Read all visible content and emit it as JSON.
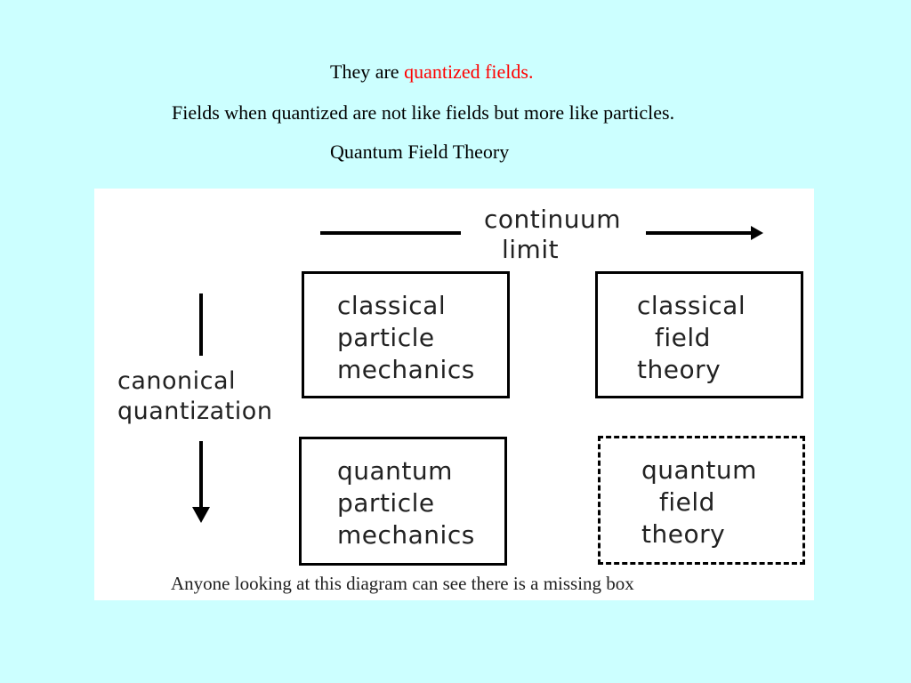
{
  "header": {
    "line1_prefix": "They are ",
    "line1_highlight": "quantized fields.",
    "line2": "Fields when quantized are not like fields but more like particles.",
    "line3": "Quantum Field Theory"
  },
  "colors": {
    "background": "#ccffff",
    "highlight": "#ff0000",
    "panel": "#ffffff"
  },
  "diagram": {
    "top_label": [
      "continuum",
      "limit"
    ],
    "left_label": [
      "canonical",
      "quantization"
    ],
    "boxes": {
      "classical_particle": [
        "classical",
        "particle",
        "mechanics"
      ],
      "classical_field": [
        "classical",
        "field",
        "theory"
      ],
      "quantum_particle": [
        "quantum",
        "particle",
        "mechanics"
      ],
      "quantum_field": [
        "quantum",
        "field",
        "theory"
      ]
    },
    "caption": "Anyone looking at this diagram can see there is a missing box"
  }
}
